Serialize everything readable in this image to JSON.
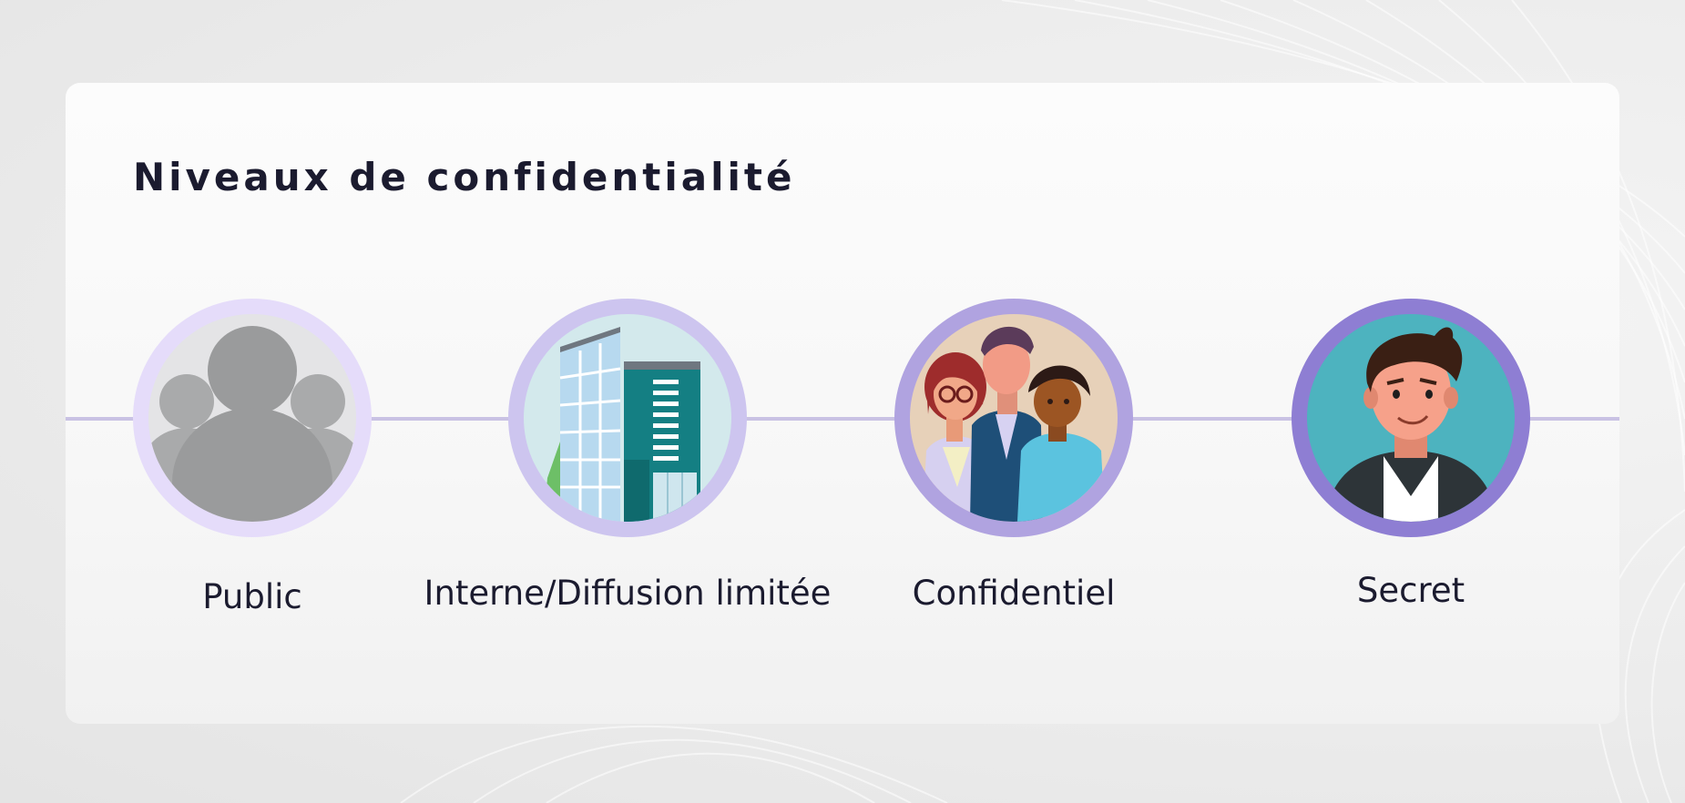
{
  "title": "Niveaux de confidentialité",
  "colors": {
    "title_text": "#1b1b2f",
    "connector": "#c9c2e4",
    "ring_public": "#e5dcfa",
    "ring_interne": "#cdc5ef",
    "ring_confidentiel": "#b0a3e0",
    "ring_secret": "#8e7ed3"
  },
  "levels": [
    {
      "label": "Public",
      "icon": "people-group-icon"
    },
    {
      "label": "Interne/Diffusion limitée",
      "icon": "office-building-icon"
    },
    {
      "label": "Confidentiel",
      "icon": "team-people-icon"
    },
    {
      "label": "Secret",
      "icon": "businessman-icon"
    }
  ]
}
